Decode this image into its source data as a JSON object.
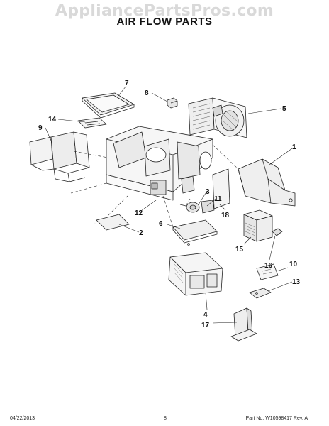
{
  "watermark": "AppliancePartsPros.com",
  "title": "AIR FLOW PARTS",
  "callouts": {
    "c1": "1",
    "c2": "2",
    "c3": "3",
    "c4": "4",
    "c5": "5",
    "c6": "6",
    "c7": "7",
    "c8": "8",
    "c9": "9",
    "c10": "10",
    "c11": "11",
    "c12": "12",
    "c13": "13",
    "c14": "14",
    "c15": "15",
    "c16": "16",
    "c17": "17",
    "c18": "18"
  },
  "footer": {
    "date": "04/22/2013",
    "page": "8",
    "part": "Part No.  W10598417  Rev.  A"
  }
}
